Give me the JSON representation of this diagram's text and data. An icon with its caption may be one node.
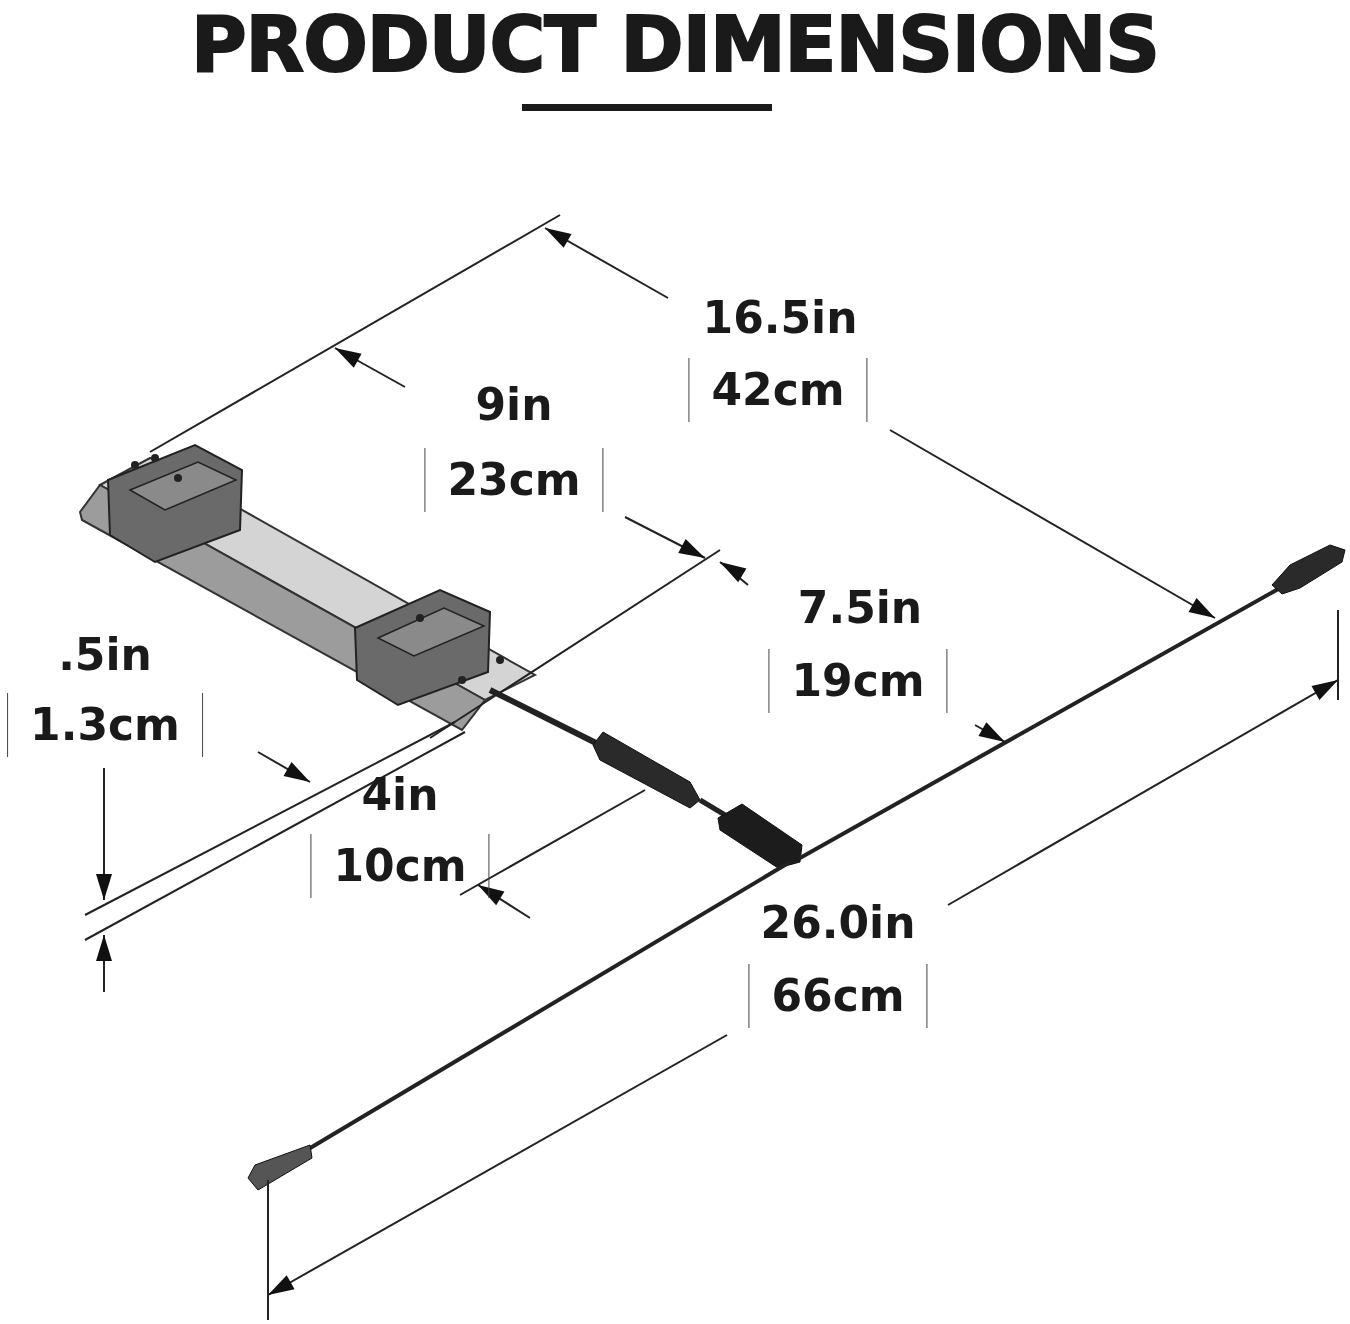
{
  "diagram": {
    "title": "PRODUCT DIMENSIONS",
    "labels": [
      "16.5in",
      "42cm",
      "9in",
      "23cm",
      "7.5in",
      "19cm",
      ".5in",
      "1.3cm",
      "4in",
      "10cm",
      "26.0in",
      "66cm"
    ]
  }
}
